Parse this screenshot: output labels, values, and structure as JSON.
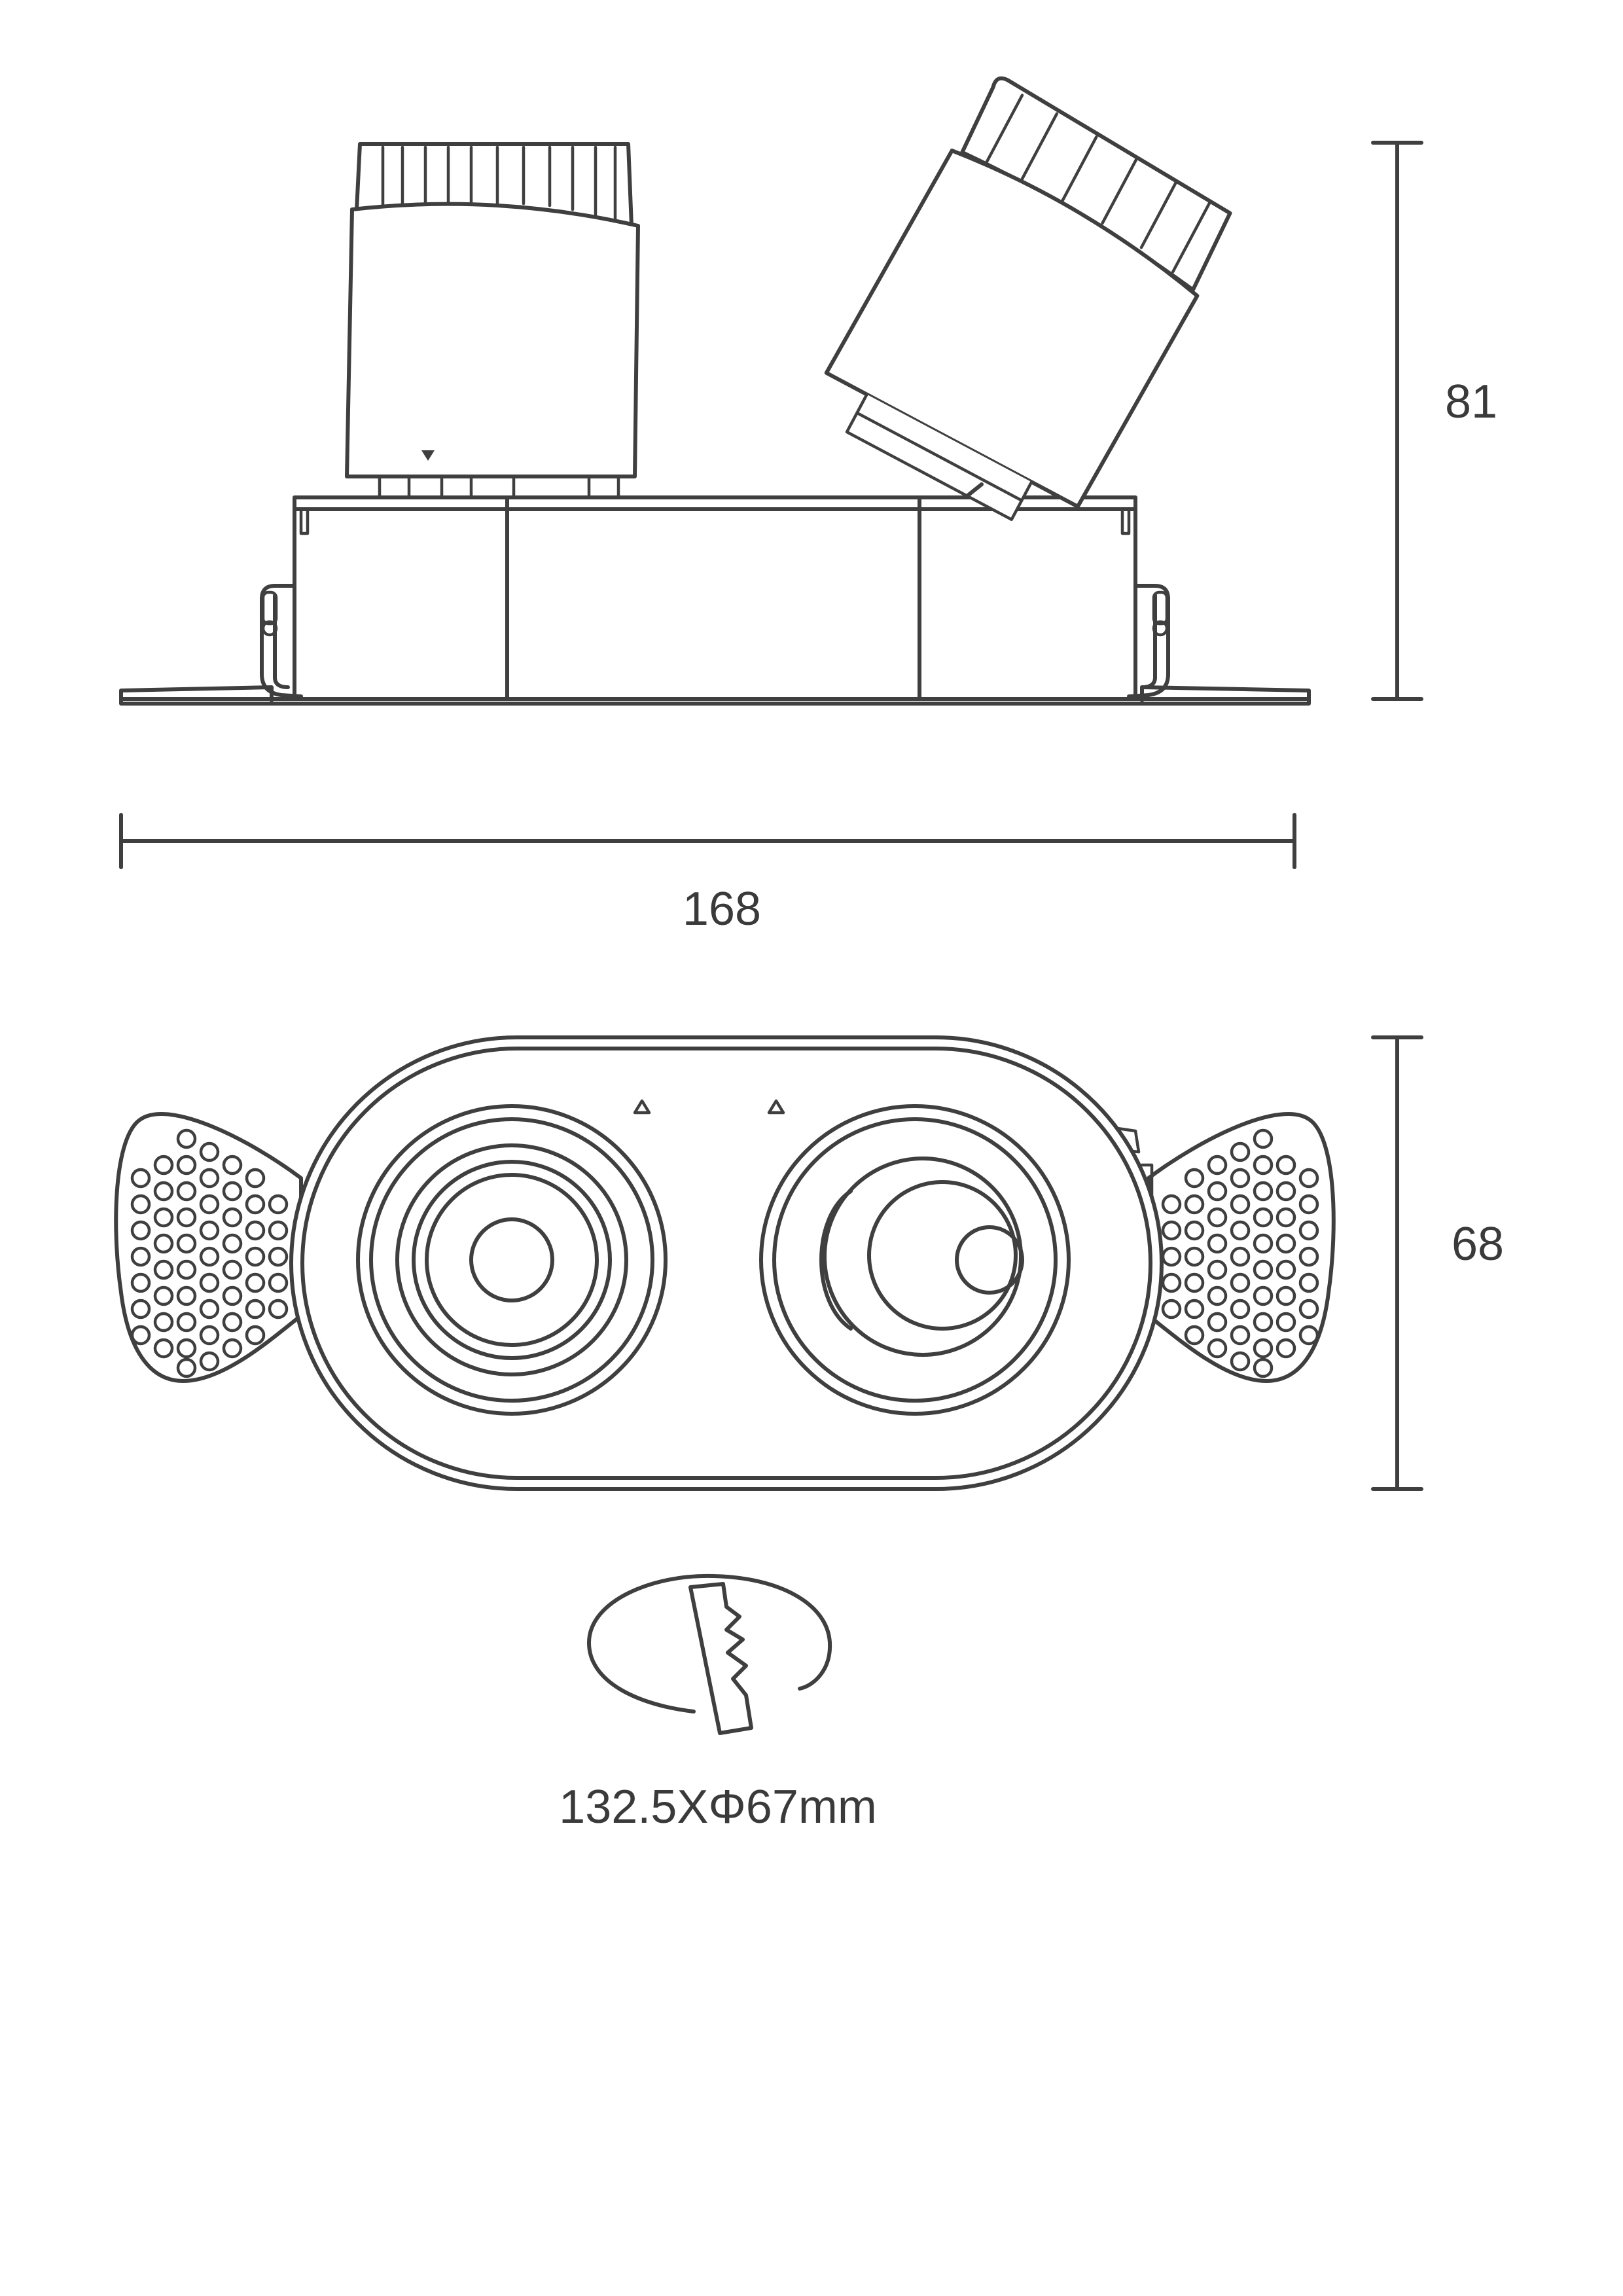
{
  "dimensions": {
    "width": "168",
    "height": "81",
    "depth": "68",
    "cutout": "132.5XΦ67mm"
  },
  "colors": {
    "line": "#3f3f3f",
    "text": "#3a3a3a",
    "background": "#ffffff"
  },
  "icons": {
    "cutout_symbol": "cutout-hole-icon",
    "perforated_wing": "spring-clip-wing-icon"
  }
}
